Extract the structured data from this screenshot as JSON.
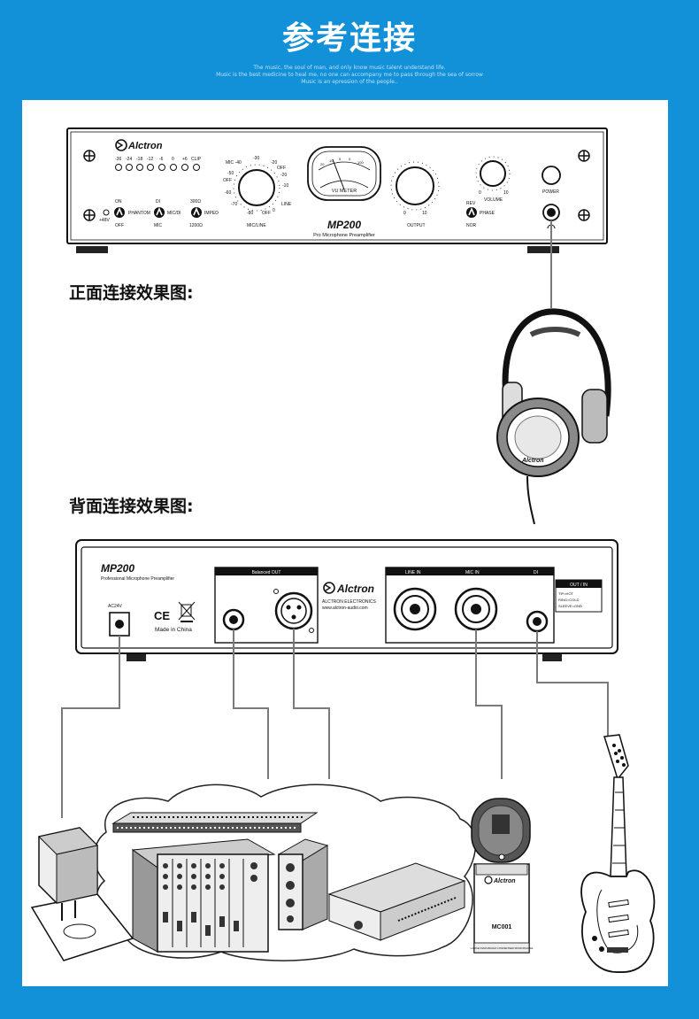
{
  "header": {
    "title": "参考连接",
    "subtitle_lines": [
      "The music, the soul of man, and only know music talent understand life.",
      "Music is the best medicine to heal me, no one can accompany me to pass through the sea of sorrow",
      "Music is an epression of the people.."
    ]
  },
  "sections": {
    "front_label": "正面连接效果图:",
    "rear_label": "背面连接效果图:"
  },
  "front_panel": {
    "brand": "Alctron",
    "model": "MP200",
    "model_sub": "Pro Microphone Preamplifier",
    "meter_scale": [
      "-36",
      "-24",
      "-18",
      "-12",
      "-6",
      "0",
      "+6",
      "CLIP"
    ],
    "phantom_top": "ON",
    "phantom_bottom": "OFF",
    "phantom_label": "PHANTOM",
    "phantom_48v": "+48V",
    "di_top": "DI",
    "di_bottom": "MIC",
    "di_label": "MIC/DI",
    "imped_top": "300Ω",
    "imped_bottom": "1200Ω",
    "imped_label": "IMPED",
    "mic_line_knob_label": "MIC/LINE",
    "mic_line_scale": [
      "MIC -40",
      "-30",
      "-20",
      "OFF",
      "-50",
      "-20",
      "OFF",
      "-10",
      "-60",
      "LINE",
      "-70",
      "OFF",
      "-80",
      "0"
    ],
    "vu_meter_label": "VU METER",
    "vu_scale": [
      "20",
      "10",
      "5",
      "0",
      "100"
    ],
    "output_label": "OUTPUT",
    "output_min": "0",
    "output_max": "10",
    "volume_label": "VOLUME",
    "volume_min": "0",
    "volume_max": "10",
    "phase_top": "REV",
    "phase_bottom": "NOR",
    "phase_label": "PHASE",
    "power_label": "POWER"
  },
  "rear_panel": {
    "model": "MP200",
    "model_sub": "Professional Microphone Preamplifier",
    "ac_label": "AC24V",
    "made_in": "Made in China",
    "ce_mark": "CE",
    "balanced_out": "Balanced OUT",
    "brand": "Alctron",
    "company": "ALCTRON ELECTRONICS",
    "website": "www.alctron-audio.com",
    "line_in": "LINE IN",
    "mic_in": "MIC IN",
    "di": "DI",
    "out_in": "OUT / IN",
    "wiring": [
      "TIP=HOT",
      "RING=COLD",
      "SLEEVE=GND"
    ]
  },
  "devices": {
    "headphone_brand": "Alctron",
    "mic_brand": "Alctron",
    "mic_model": "MC001",
    "mic_caption": "LARGE DIAPHRAGM CONDENSER MICROPHONE"
  },
  "colors": {
    "background": "#1290d8",
    "panel": "#ffffff",
    "line": "#7a7a7a",
    "ink": "#111111"
  }
}
